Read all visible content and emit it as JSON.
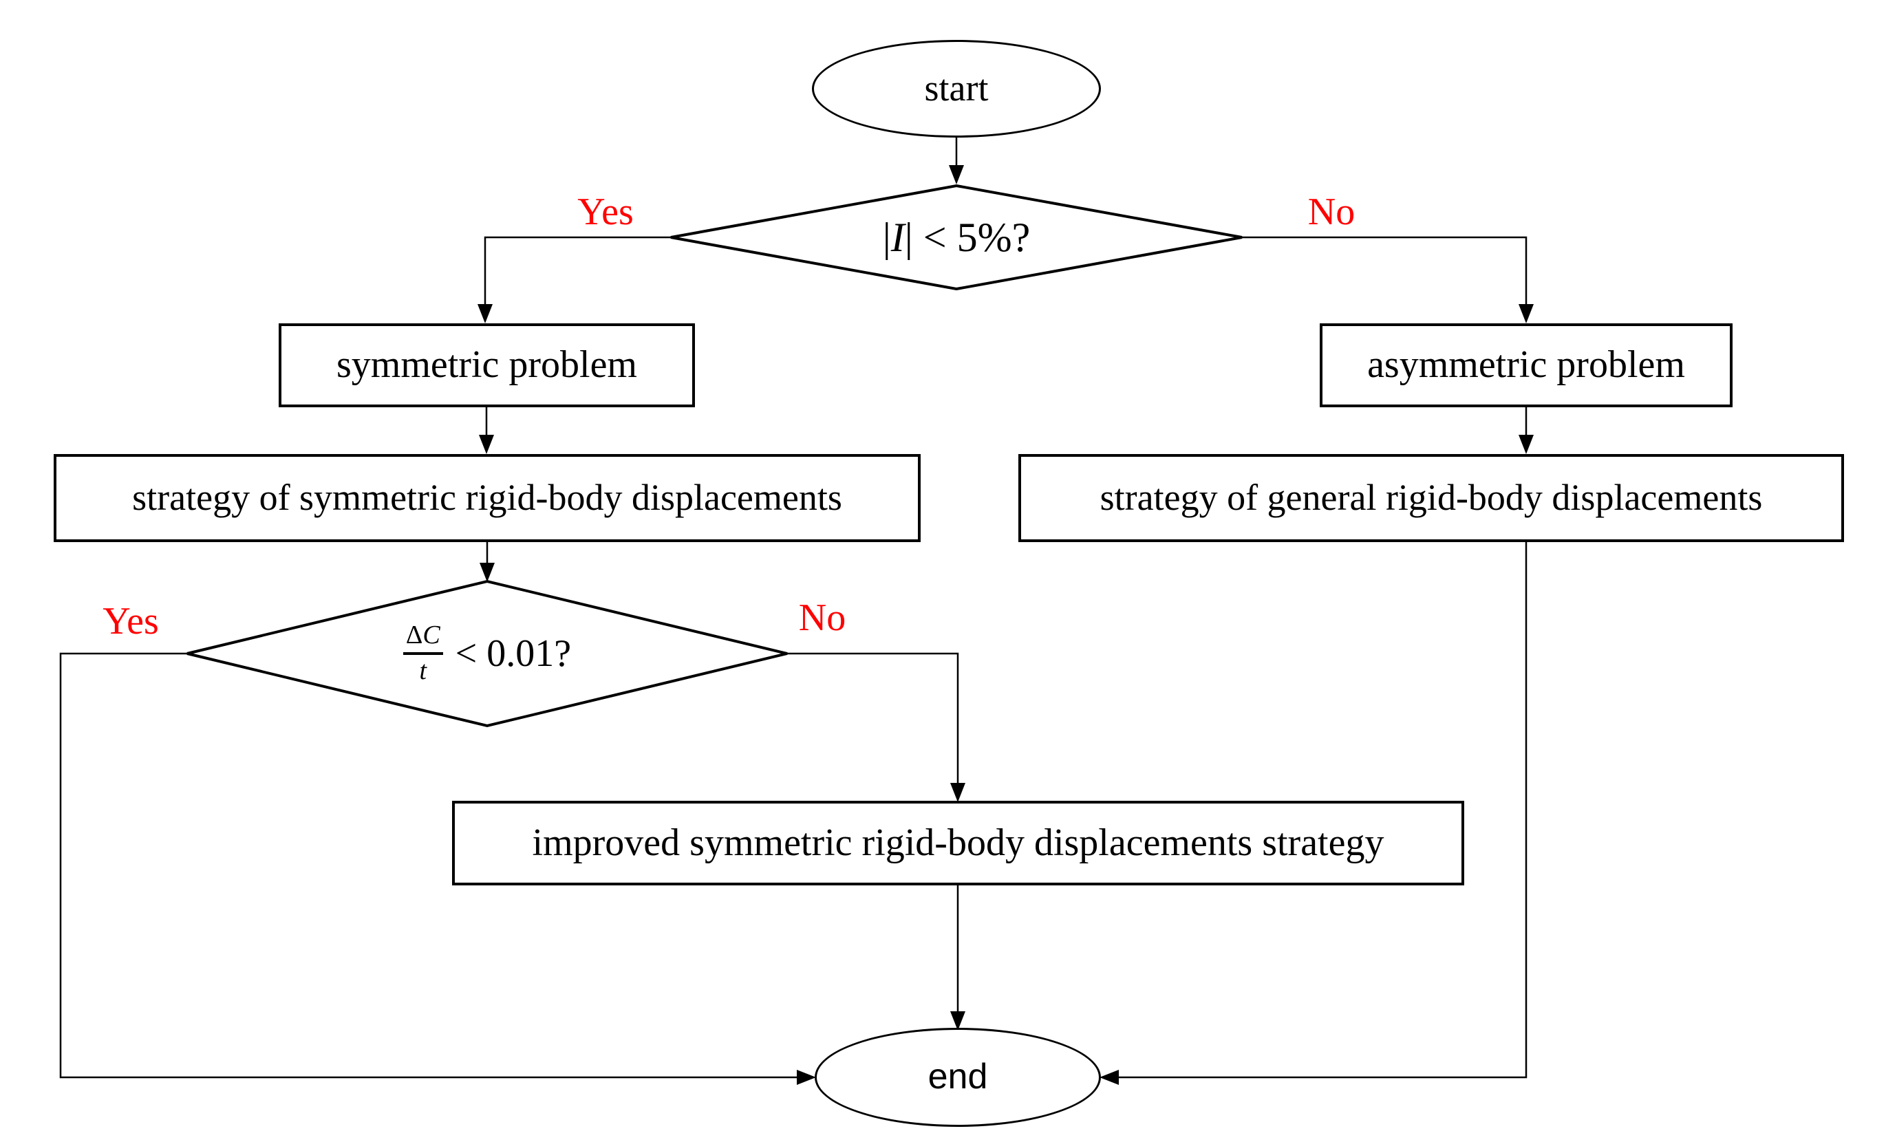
{
  "colors": {
    "stroke": "#000000",
    "text": "#000000",
    "branch_label": "#ff0000",
    "node_fill": "#ffffff",
    "background": "#ffffff"
  },
  "nodes": {
    "start": "start",
    "decision_interface": {
      "left_bar": "|",
      "variable": "I",
      "rest": "| < 5%?"
    },
    "symmetric_problem": "symmetric problem",
    "asymmetric_problem": "asymmetric problem",
    "strategy_symmetric": "strategy of symmetric rigid-body displacements",
    "strategy_general": "strategy of general rigid-body displacements",
    "decision_convergence": {
      "numerator_symbol": "Δ",
      "numerator_variable": "C",
      "denominator": "t",
      "comparison": "< 0.01?"
    },
    "improved_strategy": "improved symmetric rigid-body displacements strategy",
    "end": "end"
  },
  "edge_labels": {
    "yes": "Yes",
    "no": "No"
  }
}
